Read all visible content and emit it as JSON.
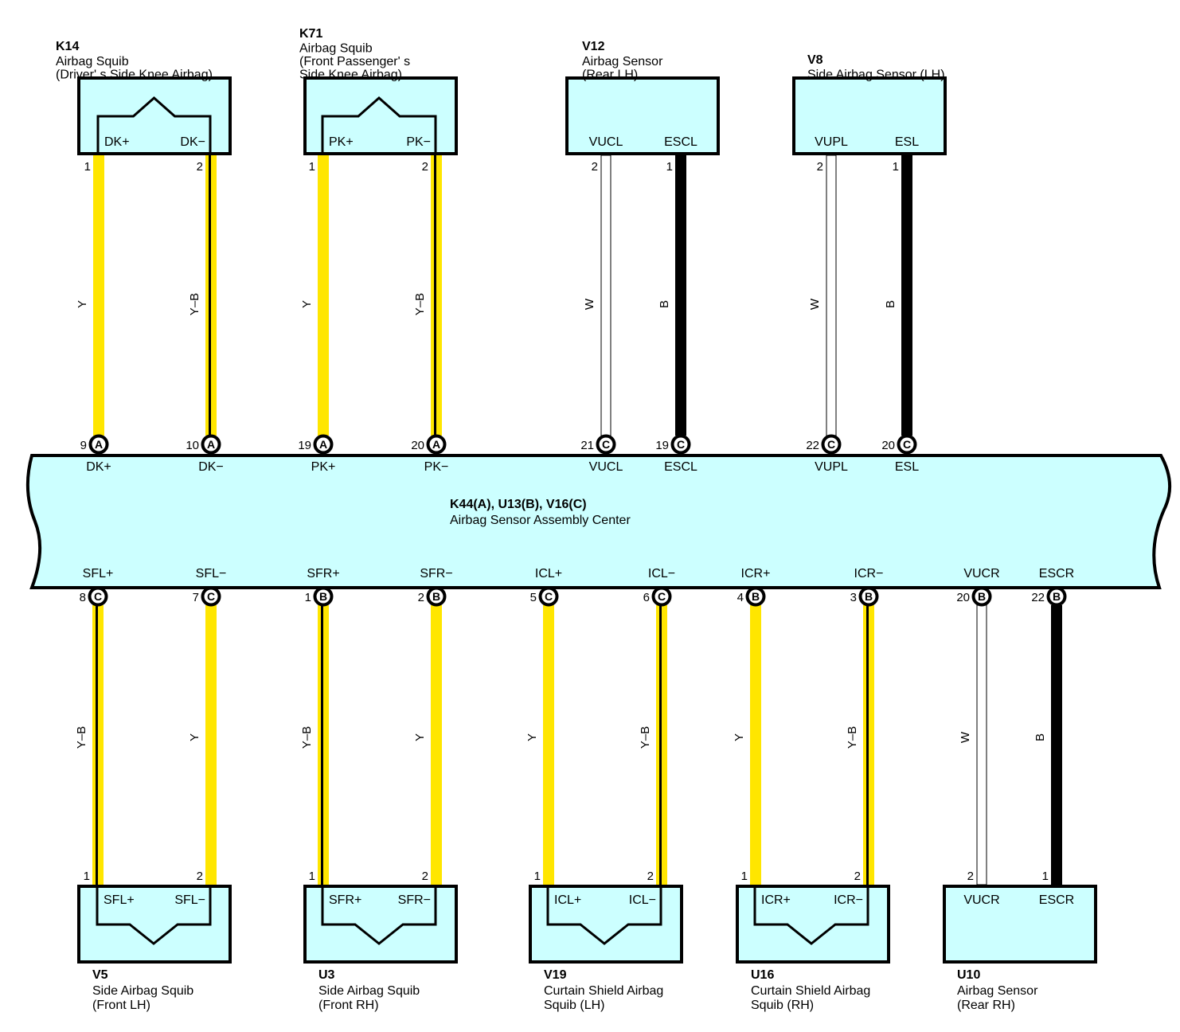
{
  "center": {
    "code": "K44(A), U13(B), V16(C)",
    "name": "Airbag Sensor Assembly Center"
  },
  "components": [
    {
      "id": "K14",
      "lines": [
        "Airbag Squib",
        "(Driver' s Side Knee Airbag)"
      ],
      "pins": [
        {
          "pin": "1",
          "term": "DK+"
        },
        {
          "pin": "2",
          "term": "DK−"
        }
      ],
      "squib": true
    },
    {
      "id": "K71",
      "lines": [
        "Airbag Squib",
        "(Front Passenger' s",
        "Side Knee Airbag)"
      ],
      "pins": [
        {
          "pin": "1",
          "term": "PK+"
        },
        {
          "pin": "2",
          "term": "PK−"
        }
      ],
      "squib": true
    },
    {
      "id": "V12",
      "lines": [
        "Airbag Sensor",
        "(Rear LH)"
      ],
      "pins": [
        {
          "pin": "2",
          "term": "VUCL"
        },
        {
          "pin": "1",
          "term": "ESCL"
        }
      ],
      "squib": false
    },
    {
      "id": "V8",
      "lines": [
        "Side Airbag Sensor (LH)"
      ],
      "pins": [
        {
          "pin": "2",
          "term": "VUPL"
        },
        {
          "pin": "1",
          "term": "ESL"
        }
      ],
      "squib": false
    },
    {
      "id": "V5",
      "lines": [
        "Side Airbag Squib",
        "(Front LH)"
      ],
      "pins": [
        {
          "pin": "1",
          "term": "SFL+"
        },
        {
          "pin": "2",
          "term": "SFL−"
        }
      ],
      "squib": true
    },
    {
      "id": "U3",
      "lines": [
        "Side Airbag Squib",
        "(Front RH)"
      ],
      "pins": [
        {
          "pin": "1",
          "term": "SFR+"
        },
        {
          "pin": "2",
          "term": "SFR−"
        }
      ],
      "squib": true
    },
    {
      "id": "V19",
      "lines": [
        "Curtain Shield Airbag",
        "Squib (LH)"
      ],
      "pins": [
        {
          "pin": "1",
          "term": "ICL+"
        },
        {
          "pin": "2",
          "term": "ICL−"
        }
      ],
      "squib": true
    },
    {
      "id": "U16",
      "lines": [
        "Curtain Shield Airbag",
        "Squib (RH)"
      ],
      "pins": [
        {
          "pin": "1",
          "term": "ICR+"
        },
        {
          "pin": "2",
          "term": "ICR−"
        }
      ],
      "squib": true
    },
    {
      "id": "U10",
      "lines": [
        "Airbag Sensor",
        "(Rear RH)"
      ],
      "pins": [
        {
          "pin": "2",
          "term": "VUCR"
        },
        {
          "pin": "1",
          "term": "ESCR"
        }
      ],
      "squib": false
    }
  ],
  "wires": [
    {
      "comp": 0,
      "cpin": 0,
      "color": "Y",
      "center_pin": "9",
      "connector": "A",
      "center_term": "DK+"
    },
    {
      "comp": 0,
      "cpin": 1,
      "color": "Y–B",
      "center_pin": "10",
      "connector": "A",
      "center_term": "DK−"
    },
    {
      "comp": 1,
      "cpin": 0,
      "color": "Y",
      "center_pin": "19",
      "connector": "A",
      "center_term": "PK+"
    },
    {
      "comp": 1,
      "cpin": 1,
      "color": "Y–B",
      "center_pin": "20",
      "connector": "A",
      "center_term": "PK−"
    },
    {
      "comp": 2,
      "cpin": 0,
      "color": "W",
      "center_pin": "21",
      "connector": "C",
      "center_term": "VUCL"
    },
    {
      "comp": 2,
      "cpin": 1,
      "color": "B",
      "center_pin": "19",
      "connector": "C",
      "center_term": "ESCL"
    },
    {
      "comp": 3,
      "cpin": 0,
      "color": "W",
      "center_pin": "22",
      "connector": "C",
      "center_term": "VUPL"
    },
    {
      "comp": 3,
      "cpin": 1,
      "color": "B",
      "center_pin": "20",
      "connector": "C",
      "center_term": "ESL"
    },
    {
      "comp": 4,
      "cpin": 0,
      "color": "Y–B",
      "center_pin": "8",
      "connector": "C",
      "center_term": "SFL+"
    },
    {
      "comp": 4,
      "cpin": 1,
      "color": "Y",
      "center_pin": "7",
      "connector": "C",
      "center_term": "SFL−"
    },
    {
      "comp": 5,
      "cpin": 0,
      "color": "Y–B",
      "center_pin": "1",
      "connector": "B",
      "center_term": "SFR+"
    },
    {
      "comp": 5,
      "cpin": 1,
      "color": "Y",
      "center_pin": "2",
      "connector": "B",
      "center_term": "SFR−"
    },
    {
      "comp": 6,
      "cpin": 0,
      "color": "Y",
      "center_pin": "5",
      "connector": "C",
      "center_term": "ICL+"
    },
    {
      "comp": 6,
      "cpin": 1,
      "color": "Y–B",
      "center_pin": "6",
      "connector": "C",
      "center_term": "ICL−"
    },
    {
      "comp": 7,
      "cpin": 0,
      "color": "Y",
      "center_pin": "4",
      "connector": "B",
      "center_term": "ICR+"
    },
    {
      "comp": 7,
      "cpin": 1,
      "color": "Y–B",
      "center_pin": "3",
      "connector": "B",
      "center_term": "ICR−"
    },
    {
      "comp": 8,
      "cpin": 0,
      "color": "W",
      "center_pin": "20",
      "connector": "B",
      "center_term": "VUCR"
    },
    {
      "comp": 8,
      "cpin": 1,
      "color": "B",
      "center_pin": "22",
      "connector": "B",
      "center_term": "ESCR"
    }
  ],
  "colors": {
    "box_fill": "#ccffff",
    "Y": "#ffe600",
    "B": "#000000",
    "W": "#ffffff",
    "outline": "#000000"
  }
}
